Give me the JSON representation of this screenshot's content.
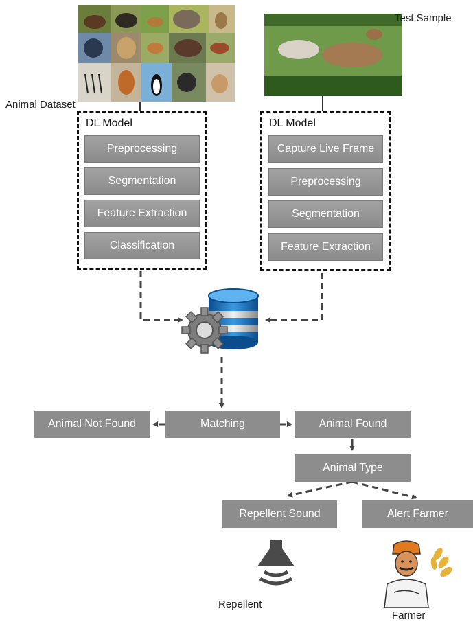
{
  "top": {
    "dataset_label": "Animal Dataset",
    "test_label": "Test Sample"
  },
  "left_model": {
    "title": "DL Model",
    "steps": [
      "Preprocessing",
      "Segmentation",
      "Feature Extraction",
      "Classification"
    ]
  },
  "right_model": {
    "title": "DL Model",
    "steps": [
      "Capture Live Frame",
      "Preprocessing",
      "Segmentation",
      "Feature Extraction"
    ]
  },
  "flow": {
    "matching": "Matching",
    "not_found": "Animal Not Found",
    "found": "Animal Found",
    "animal_type": "Animal Type",
    "repellent_sound": "Repellent Sound",
    "alert_farmer": "Alert Farmer"
  },
  "bottom": {
    "repellent_label": "Repellent",
    "farmer_label": "Farmer"
  },
  "icons": [
    "animal-dataset-collage",
    "test-sample-photo",
    "database-gear-icon",
    "speaker-icon",
    "farmer-illustration"
  ]
}
